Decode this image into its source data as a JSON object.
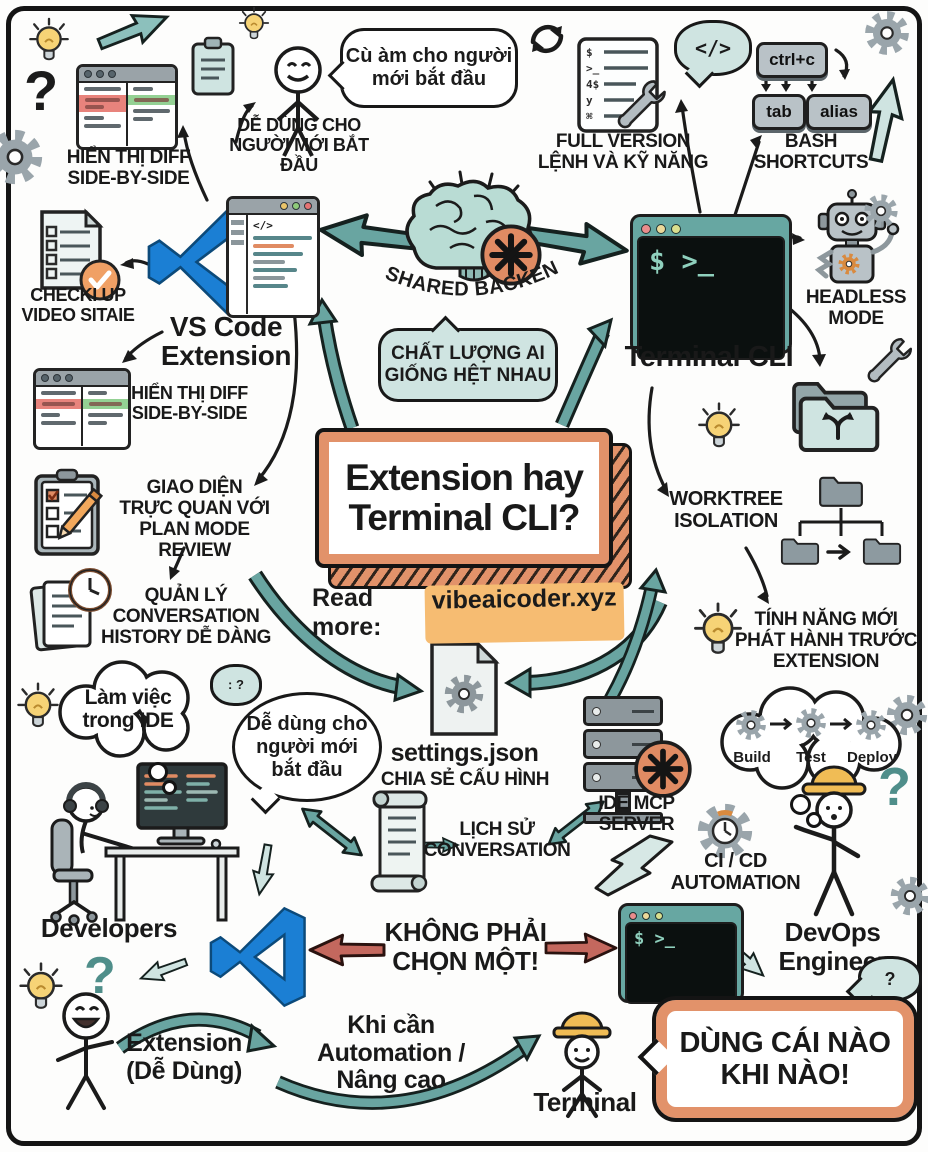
{
  "colors": {
    "accent_teal": "#69a5a1",
    "teal_light": "#cfe4e1",
    "orange_frame": "#e2926a",
    "orange_badge": "#e08b63",
    "highlight": "#f6bc72",
    "bulb_yellow": "#f6d376",
    "icon_gray": "#9aa5ab",
    "vscode_blue": "#1b7fd4",
    "red_arrow": "#c4685e",
    "diff_red": "#e8837c",
    "diff_green": "#94d194",
    "terminal_screen": "#0b100f",
    "terminal_prompt": "#8fd0bd",
    "hard_hat": "#f0bc55",
    "ink": "#1b1b1b"
  },
  "top_left": {
    "diff_label": "HIỂN THỊ DIFF\nSIDE-BY-SIDE",
    "easy_label": "DỄ DÙNG CHO\nNGƯỜI MỚI BẮT ĐẦU",
    "speech_bubble": "Cù àm cho người\nmới bắt đầu",
    "question_mark": "?"
  },
  "top_right": {
    "full_version_label": "FULL VERSION\nLỆNH VÀ KỸ NĂNG",
    "bash_label": "BASH\nSHORTCUTS",
    "key_ctrl": "ctrl+c",
    "key_tab": "tab",
    "key_alias": "alias",
    "code_tag": "</>"
  },
  "vscode": {
    "title": "VS Code\nExtension",
    "checklist_label": "CHECKI UP\nVIDEO SITAIE",
    "diff_label": "HIỂN THỊ DIFF\nSIDE-BY-SIDE",
    "plan_label": "GIAO DIỆN\nTRỰC QUAN VỚI\nPLAN MODE REVIEW",
    "history_label": "QUẢN LÝ\nCONVERSATION\nHISTORY DỄ DÀNG",
    "editor_tag": "</>"
  },
  "terminal": {
    "title": "Terminal CLI",
    "prompt": "$ >_",
    "headless_label": "HEADLESS\nMODE",
    "worktree_label": "WORKTREE\nISOLATION",
    "new_features_label": "TÍNH NĂNG MỚI\nPHÁT HÀNH TRƯỚC\nEXTENSION",
    "cmd_symbols": [
      "$",
      ">_",
      "4$",
      "y",
      "⌘"
    ]
  },
  "center": {
    "brain_label": "SHARED BACKEND",
    "quality_bubble": "CHẤT LƯỢNG AI\nGIỐNG HỆT NHAU",
    "question": "Extension hay\nTerminal CLI?",
    "read_more": "Read more:",
    "read_more_link": "vibeaicoder.xyz"
  },
  "shared_tools": {
    "settings_title": "settings.json",
    "settings_label": "CHIA SẺ CẤU HÌNH",
    "mcp_label": "IDE MCP\nSERVER",
    "history_label": "LỊCH SỬ\nCONVERSATION",
    "cicd_label": "CI / CD\nAUTOMATION",
    "pipeline": [
      "Build",
      "Test",
      "Deploy"
    ],
    "prompt": "$ >_"
  },
  "people": {
    "developers_label": "Developers",
    "dev_thought": "Làm việc\ntrong IDE",
    "beginner_bubble": "Dễ dùng cho\nngười mới\nbắt đầu",
    "devops_label": "DevOps\nEngineer",
    "mini_thought": ": ?",
    "question_mark": "?"
  },
  "bottom": {
    "not_one_label": "KHÔNG PHẢI\nCHỌN MỘT!",
    "extension_label": "Extension\n(Dễ Dùng)",
    "when_label": "Khi cần\nAutomation /\nNâng cao",
    "terminal_label": "Terminal",
    "final_bubble": "DÙNG CÁI NÀO\nKHI NÀO!"
  }
}
